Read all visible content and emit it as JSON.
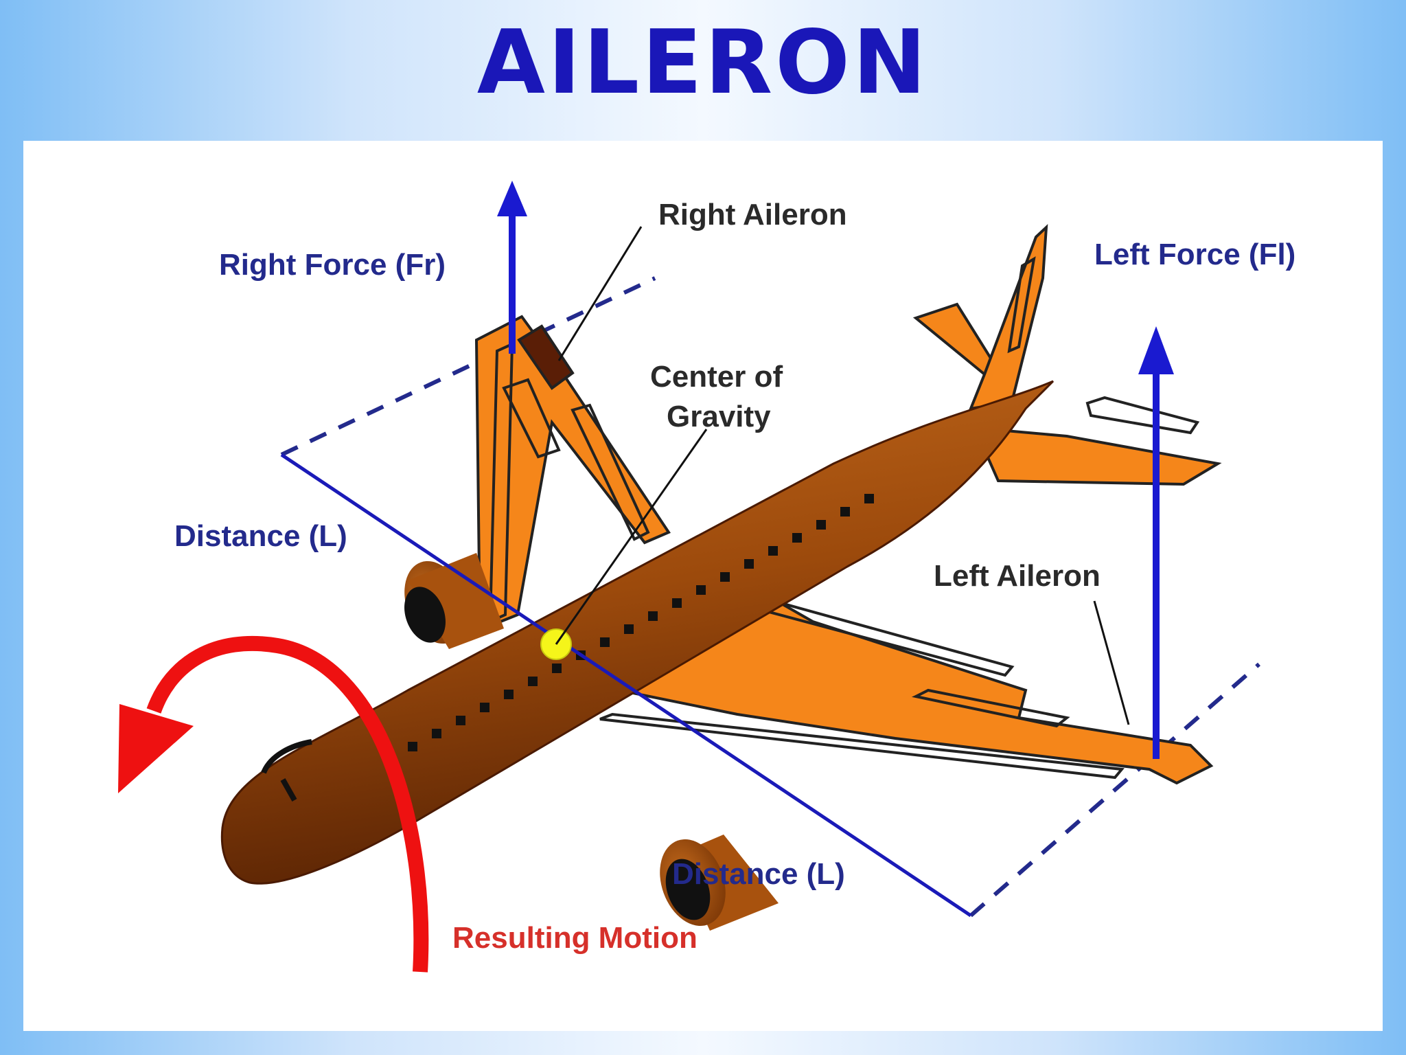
{
  "title": "AILERON",
  "labels": {
    "right_aileron": "Right Aileron",
    "right_force": "Right Force (Fr)",
    "left_force": "Left Force (Fl)",
    "center_of_gravity_line1": "Center of",
    "center_of_gravity_line2": "Gravity",
    "distance_left": "Distance (L)",
    "distance_right": "Distance (L)",
    "left_aileron": "Left Aileron",
    "resulting_motion": "Resulting Motion"
  },
  "colors": {
    "title": "#1a17b8",
    "label_dark": "#2a2a2a",
    "label_blue": "#232a8c",
    "label_red": "#d6302a",
    "force_arrow": "#1a1ad0",
    "motion_arrow": "#ee1111",
    "fuselage": "#a8520e",
    "wing": "#f5861a",
    "center_point": "#f5f51a"
  }
}
